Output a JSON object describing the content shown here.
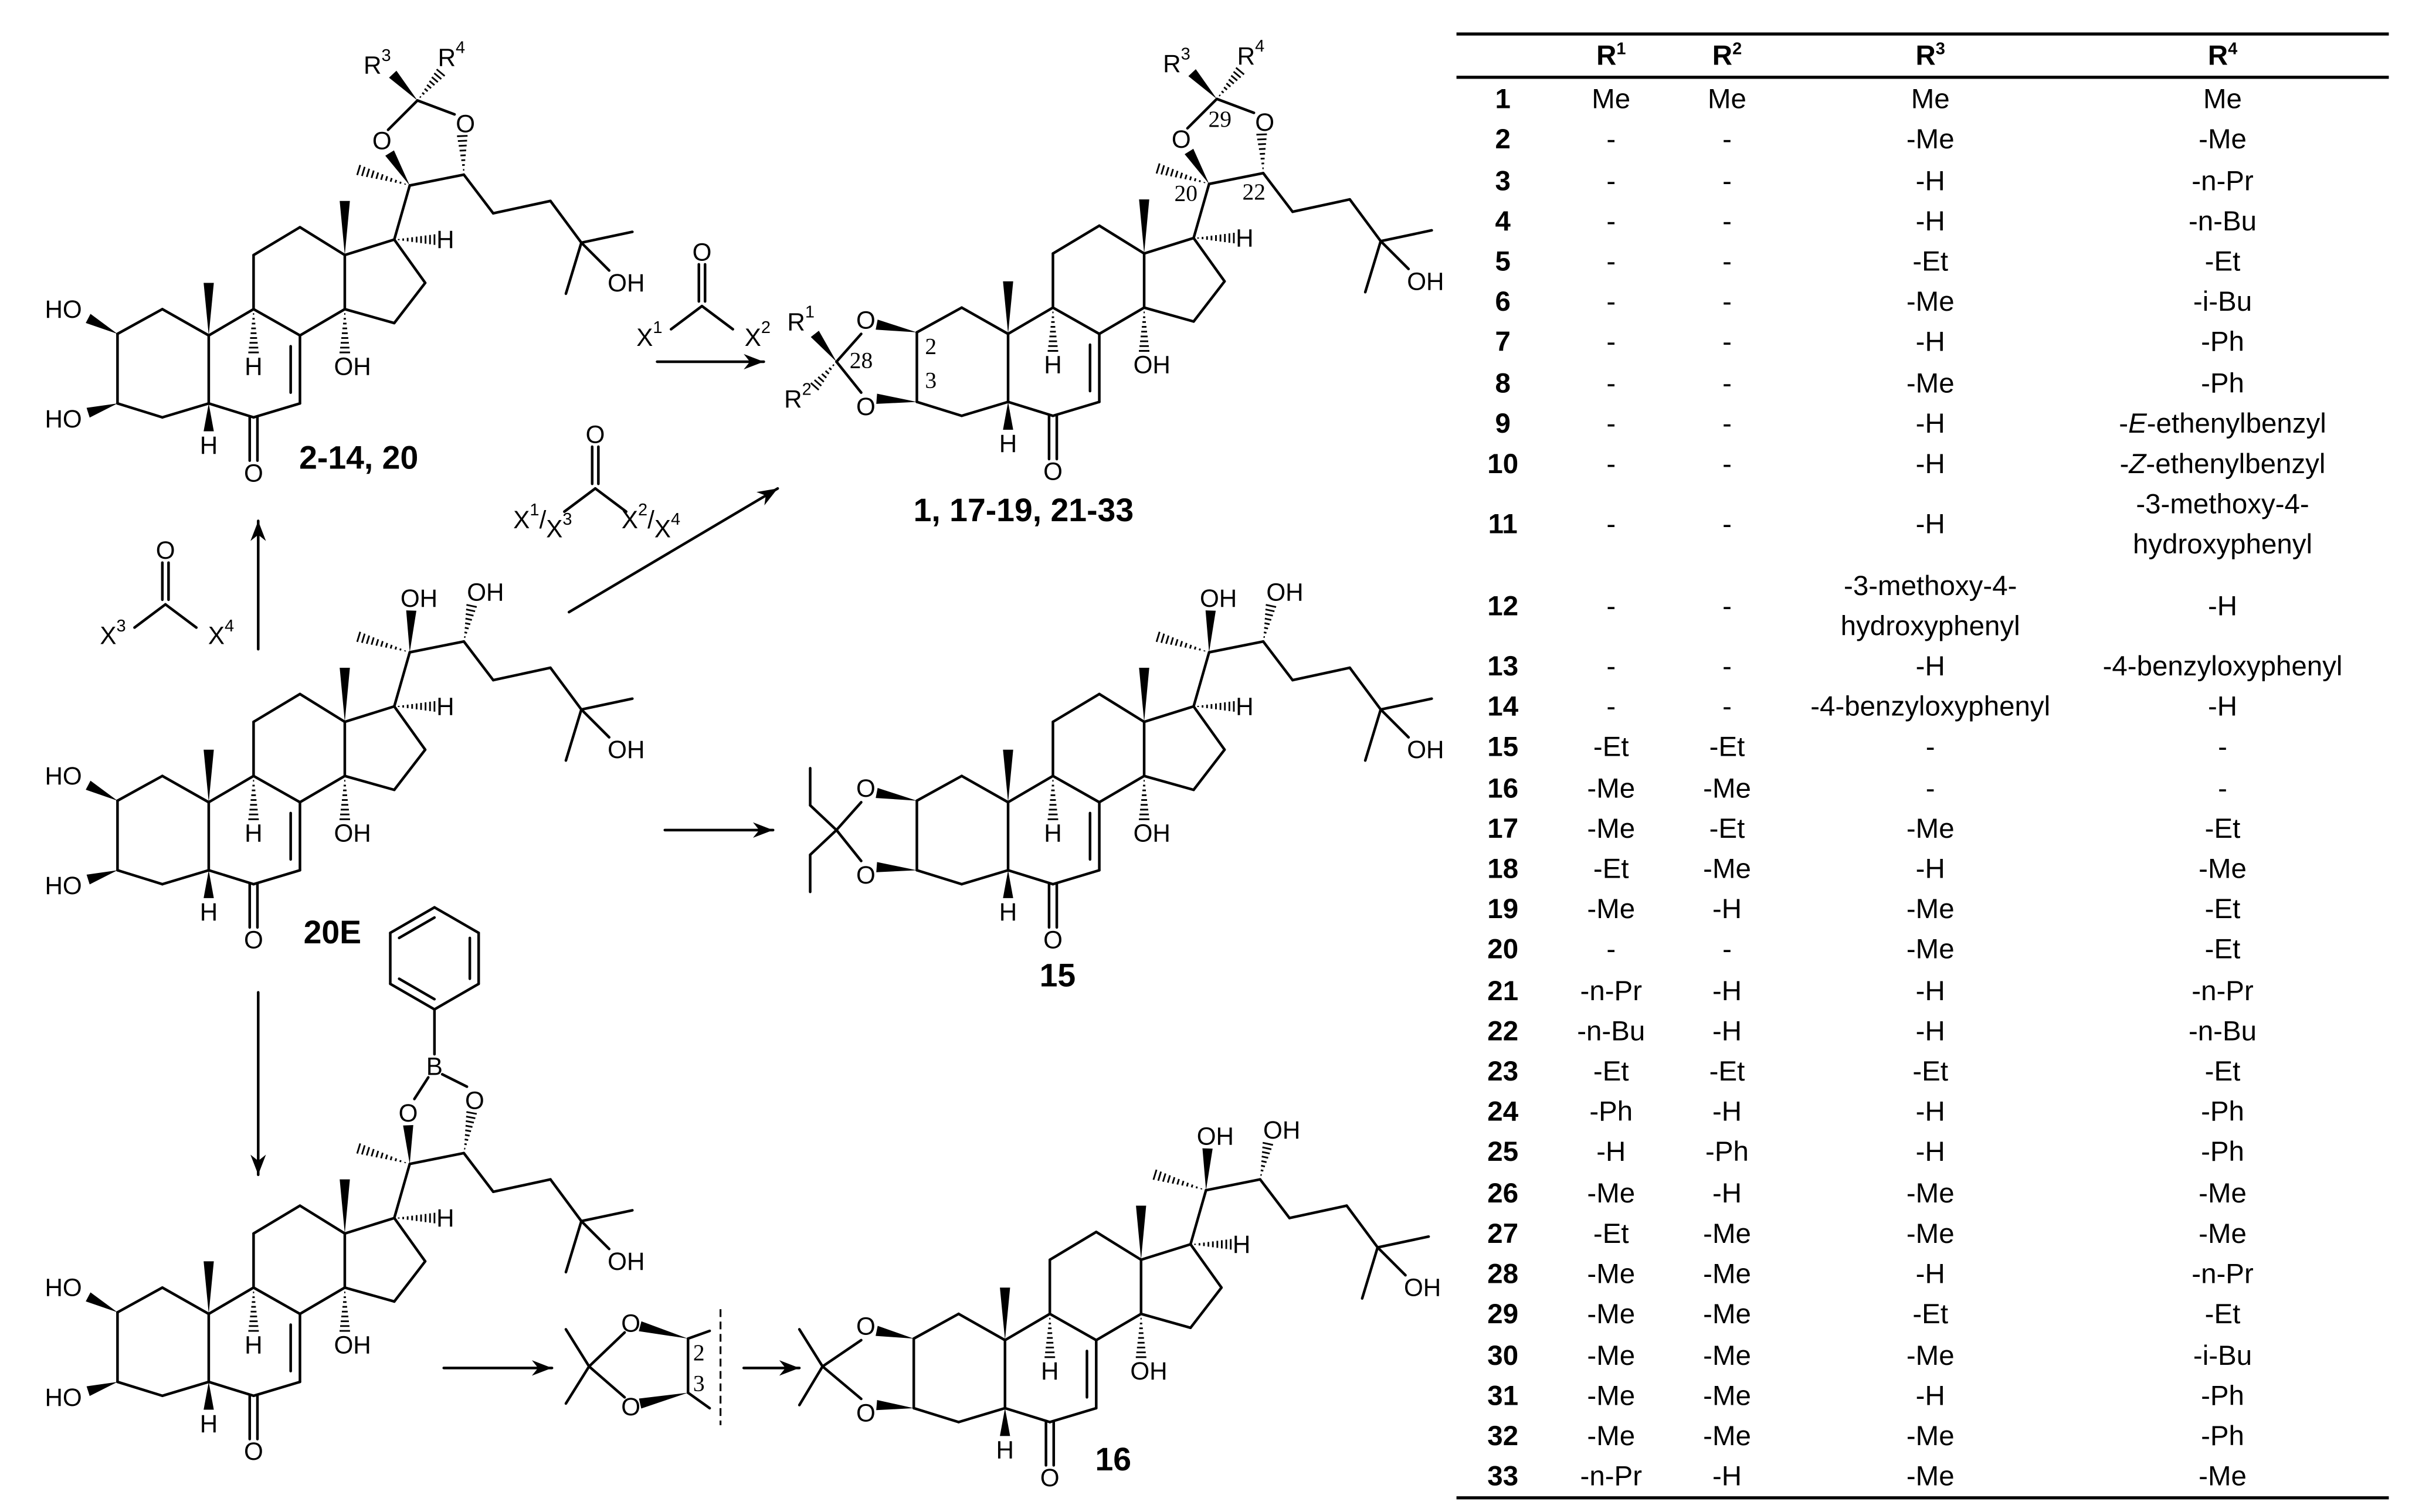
{
  "scheme": {
    "compounds": {
      "diol_acetals": "2-14, 20",
      "bis_acetals": "1, 17-19, 21-33",
      "parent": "20E",
      "pentylidene": "15",
      "acetonide": "16"
    },
    "atoms": {
      "hydroxyl_left": "HO",
      "hydroxyl": "OH",
      "hydrogen": "H",
      "oxygen": "O",
      "boron": "B",
      "r": "R",
      "x": "X",
      "slash": "/"
    },
    "indices": {
      "one": "1",
      "two": "2",
      "three": "3",
      "four": "4"
    },
    "locants": {
      "c2": "2",
      "c3": "3",
      "c20": "20",
      "c22": "22",
      "c28": "28",
      "c29": "29"
    }
  },
  "table": {
    "headers": {
      "r": "R",
      "r1": "1",
      "r2": "2",
      "r3": "3",
      "r4": "4"
    },
    "rows": [
      {
        "id": "1",
        "r1": "Me",
        "r2": "Me",
        "r3": "Me",
        "r4": "Me"
      },
      {
        "id": "2",
        "r1": "-",
        "r2": "-",
        "r3": "-Me",
        "r4": "-Me"
      },
      {
        "id": "3",
        "r1": "-",
        "r2": "-",
        "r3": "-H",
        "r4": "-n-Pr"
      },
      {
        "id": "4",
        "r1": "-",
        "r2": "-",
        "r3": "-H",
        "r4": "-n-Bu"
      },
      {
        "id": "5",
        "r1": "-",
        "r2": "-",
        "r3": "-Et",
        "r4": "-Et"
      },
      {
        "id": "6",
        "r1": "-",
        "r2": "-",
        "r3": "-Me",
        "r4": "-i-Bu"
      },
      {
        "id": "7",
        "r1": "-",
        "r2": "-",
        "r3": "-H",
        "r4": "-Ph"
      },
      {
        "id": "8",
        "r1": "-",
        "r2": "-",
        "r3": "-Me",
        "r4": "-Ph"
      },
      {
        "id": "9",
        "r1": "-",
        "r2": "-",
        "r3": "-H",
        "r4": "-E-ethenylbenzyl"
      },
      {
        "id": "10",
        "r1": "-",
        "r2": "-",
        "r3": "-H",
        "r4": "-Z-ethenylbenzyl"
      },
      {
        "id": "11",
        "r1": "-",
        "r2": "-",
        "r3": "-H",
        "r4": "-3-methoxy-4-hydroxyphenyl"
      },
      {
        "id": "12",
        "r1": "-",
        "r2": "-",
        "r3": "-3-methoxy-4-hydroxyphenyl",
        "r4": "-H"
      },
      {
        "id": "13",
        "r1": "-",
        "r2": "-",
        "r3": "-H",
        "r4": "-4-benzyloxyphenyl"
      },
      {
        "id": "14",
        "r1": "-",
        "r2": "-",
        "r3": "-4-benzyloxyphenyl",
        "r4": "-H"
      },
      {
        "id": "15",
        "r1": "-Et",
        "r2": "-Et",
        "r3": "-",
        "r4": "-"
      },
      {
        "id": "16",
        "r1": "-Me",
        "r2": "-Me",
        "r3": "-",
        "r4": "-"
      },
      {
        "id": "17",
        "r1": "-Me",
        "r2": "-Et",
        "r3": "-Me",
        "r4": "-Et"
      },
      {
        "id": "18",
        "r1": "-Et",
        "r2": "-Me",
        "r3": "-H",
        "r4": "-Me"
      },
      {
        "id": "19",
        "r1": "-Me",
        "r2": "-H",
        "r3": "-Me",
        "r4": "-Et"
      },
      {
        "id": "20",
        "r1": "-",
        "r2": "-",
        "r3": "-Me",
        "r4": "-Et"
      },
      {
        "id": "21",
        "r1": "-n-Pr",
        "r2": "-H",
        "r3": "-H",
        "r4": "-n-Pr"
      },
      {
        "id": "22",
        "r1": "-n-Bu",
        "r2": "-H",
        "r3": "-H",
        "r4": "-n-Bu"
      },
      {
        "id": "23",
        "r1": "-Et",
        "r2": "-Et",
        "r3": "-Et",
        "r4": "-Et"
      },
      {
        "id": "24",
        "r1": "-Ph",
        "r2": "-H",
        "r3": "-H",
        "r4": "-Ph"
      },
      {
        "id": "25",
        "r1": "-H",
        "r2": "-Ph",
        "r3": "-H",
        "r4": "-Ph"
      },
      {
        "id": "26",
        "r1": "-Me",
        "r2": "-H",
        "r3": "-Me",
        "r4": "-Me"
      },
      {
        "id": "27",
        "r1": "-Et",
        "r2": "-Me",
        "r3": "-Me",
        "r4": "-Me"
      },
      {
        "id": "28",
        "r1": "-Me",
        "r2": "-Me",
        "r3": "-H",
        "r4": "-n-Pr"
      },
      {
        "id": "29",
        "r1": "-Me",
        "r2": "-Me",
        "r3": "-Et",
        "r4": "-Et"
      },
      {
        "id": "30",
        "r1": "-Me",
        "r2": "-Me",
        "r3": "-Me",
        "r4": "-i-Bu"
      },
      {
        "id": "31",
        "r1": "-Me",
        "r2": "-Me",
        "r3": "-H",
        "r4": "-Ph"
      },
      {
        "id": "32",
        "r1": "-Me",
        "r2": "-Me",
        "r3": "-Me",
        "r4": "-Ph"
      },
      {
        "id": "33",
        "r1": "-n-Pr",
        "r2": "-H",
        "r3": "-Me",
        "r4": "-Me"
      }
    ]
  }
}
